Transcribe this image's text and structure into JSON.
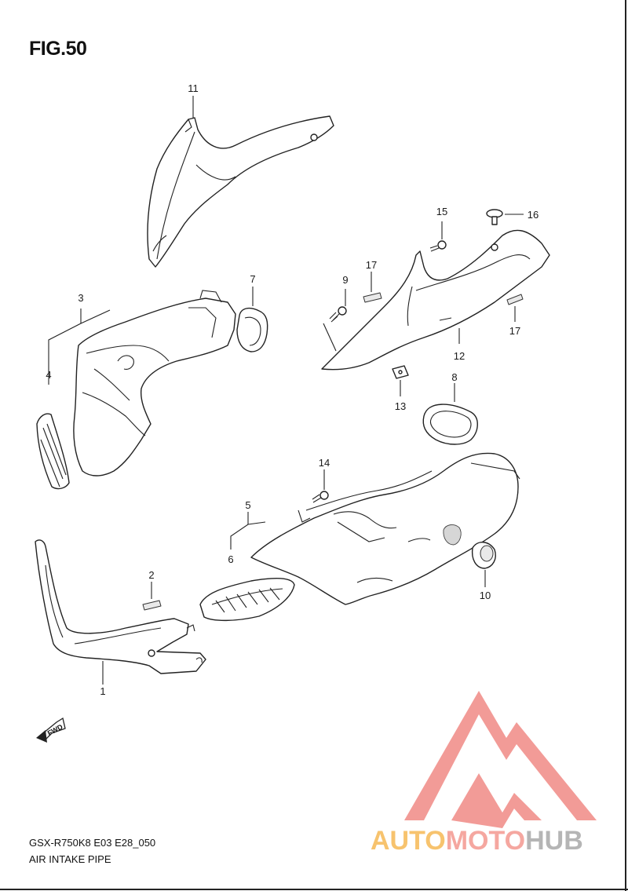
{
  "figure": {
    "title": "FIG.50"
  },
  "callouts": [
    {
      "id": "c1",
      "label": "1"
    },
    {
      "id": "c2",
      "label": "2"
    },
    {
      "id": "c3",
      "label": "3"
    },
    {
      "id": "c4",
      "label": "4"
    },
    {
      "id": "c5",
      "label": "5"
    },
    {
      "id": "c6",
      "label": "6"
    },
    {
      "id": "c7",
      "label": "7"
    },
    {
      "id": "c8",
      "label": "8"
    },
    {
      "id": "c9",
      "label": "9"
    },
    {
      "id": "c10",
      "label": "10"
    },
    {
      "id": "c11",
      "label": "11"
    },
    {
      "id": "c12",
      "label": "12"
    },
    {
      "id": "c13",
      "label": "13"
    },
    {
      "id": "c14",
      "label": "14"
    },
    {
      "id": "c15",
      "label": "15"
    },
    {
      "id": "c16",
      "label": "16"
    },
    {
      "id": "c17a",
      "label": "17"
    },
    {
      "id": "c17b",
      "label": "17"
    }
  ],
  "fwd_arrow": {
    "label": "FWD"
  },
  "footer": {
    "model_code": "GSX-R750K8 E03 E28_050",
    "section_name": "AIR INTAKE PIPE"
  },
  "watermark": {
    "part1": "AUTO",
    "part2": "MOTO",
    "part3": "HUB",
    "colors": {
      "auto": "#f7c36e",
      "moto": "#f5a7a0",
      "hub": "#b5b5b5",
      "logo": "#f08a85"
    }
  }
}
